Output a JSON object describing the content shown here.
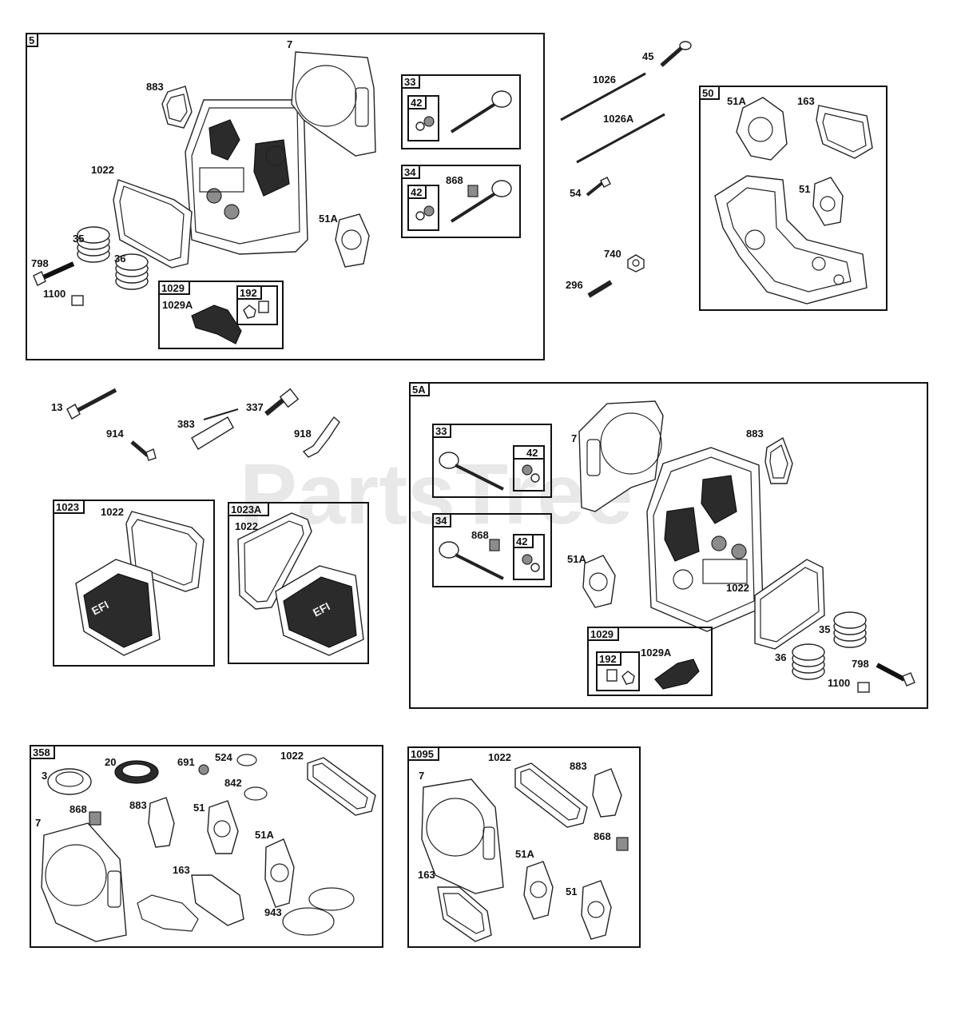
{
  "watermark": "PartsTree",
  "boxes": {
    "b5": "5",
    "b33a": "33",
    "b42a": "42",
    "b34a": "34",
    "b42b": "42",
    "b1029a": "1029",
    "b192a": "192",
    "b50": "50",
    "b5A": "5A",
    "b33b": "33",
    "b42c": "42",
    "b34b": "34",
    "b42d": "42",
    "b1029b": "1029",
    "b192b": "192",
    "b1023": "1023",
    "b1023A": "1023A",
    "b358": "358",
    "b1095": "1095"
  },
  "labels": {
    "l7a": "7",
    "l883a": "883",
    "l1022a": "1022",
    "l35a": "35",
    "l36a": "36",
    "l798a": "798",
    "l1100a": "1100",
    "l51Aa": "51A",
    "l868a": "868",
    "l1029Aa": "1029A",
    "l45": "45",
    "l1026": "1026",
    "l1026A": "1026A",
    "l54": "54",
    "l740": "740",
    "l296": "296",
    "l51Ab": "51A",
    "l163a": "163",
    "l51a": "51",
    "l13": "13",
    "l914": "914",
    "l383": "383",
    "l337": "337",
    "l918": "918",
    "l1022b": "1022",
    "l1022c": "1022",
    "l7b": "7",
    "l883b": "883",
    "l868b": "868",
    "l51Ac": "51A",
    "l1022d": "1022",
    "l35b": "35",
    "l36b": "36",
    "l798b": "798",
    "l1100b": "1100",
    "l1029Ab": "1029A",
    "l3": "3",
    "l20": "20",
    "l691": "691",
    "l524": "524",
    "l1022e": "1022",
    "l842": "842",
    "l868c": "868",
    "l883c": "883",
    "l51b": "51",
    "l7c": "7",
    "l51Ad": "51A",
    "l163b": "163",
    "l943": "943",
    "l7d": "7",
    "l1022f": "1022",
    "l883d": "883",
    "l868d": "868",
    "l51Ae": "51A",
    "l163c": "163",
    "l51c": "51"
  }
}
